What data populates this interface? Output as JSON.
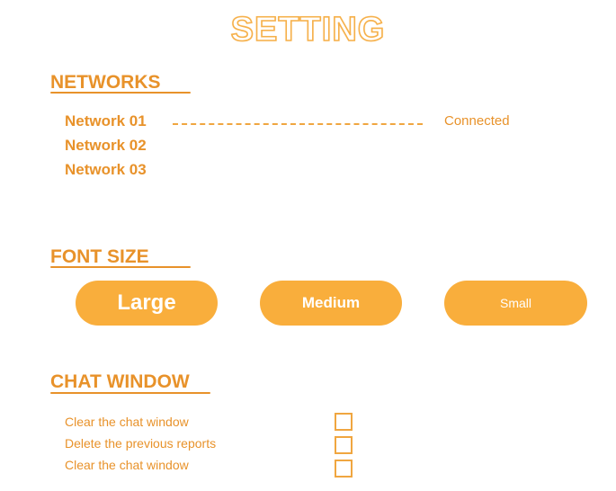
{
  "header": {
    "title": "SETTING"
  },
  "networks": {
    "heading": "NETWORKS",
    "items": [
      {
        "name": "Network 01",
        "status": "Connected"
      },
      {
        "name": "Network 02"
      },
      {
        "name": "Network 03"
      }
    ]
  },
  "font_size": {
    "heading": "FONT SIZE",
    "options": [
      {
        "label": "Large"
      },
      {
        "label": "Medium"
      },
      {
        "label": "Small"
      }
    ]
  },
  "chat_window": {
    "heading": "CHAT WINDOW",
    "options": [
      {
        "label": "Clear the chat window",
        "checked": false
      },
      {
        "label": "Delete the previous reports",
        "checked": false
      },
      {
        "label": "Clear the chat window",
        "checked": false
      }
    ]
  },
  "colors": {
    "accent": "#e8922a",
    "button": "#f9ae3c"
  }
}
